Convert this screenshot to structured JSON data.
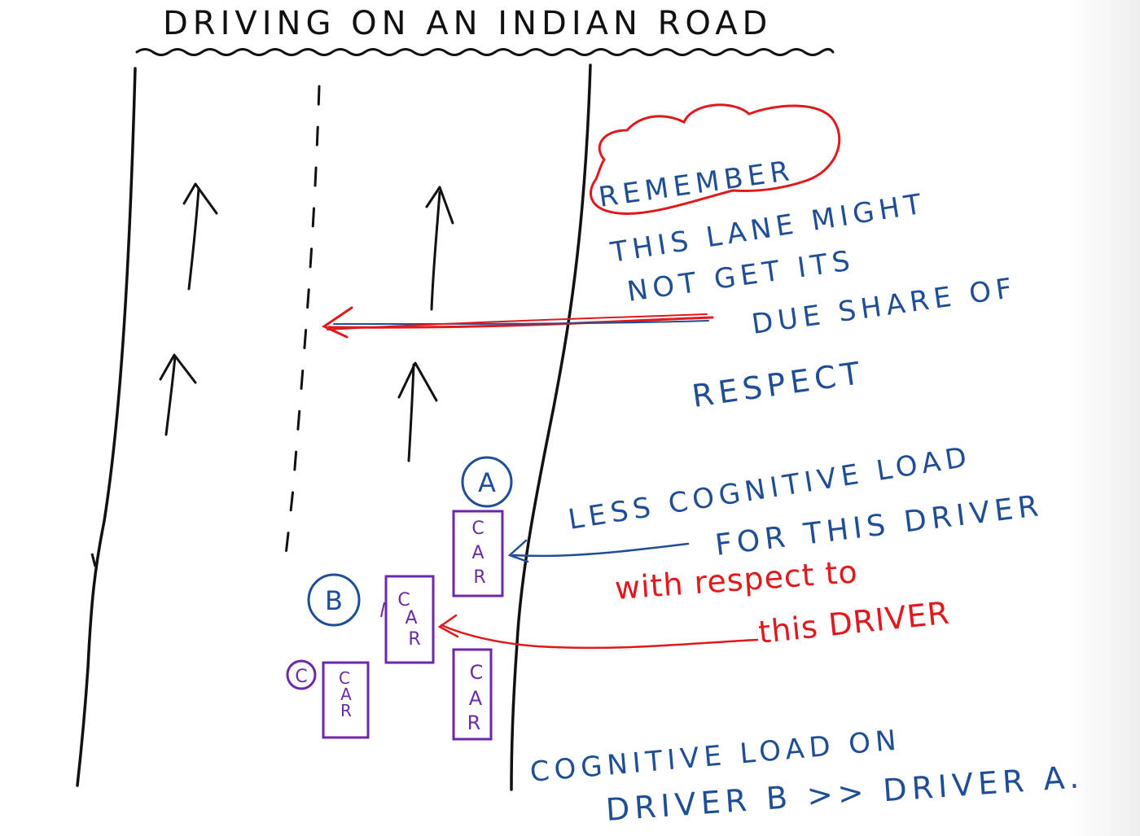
{
  "title": "DRIVING ON AN INDIAN ROAD",
  "remember_label": "REMEMBER",
  "note_lines": [
    "THIS LANE MIGHT",
    "NOT GET ITS",
    "DUE SHARE OF",
    "RESPECT"
  ],
  "markers": {
    "a": "A",
    "b": "B",
    "c": "C"
  },
  "car_label": "CAR",
  "cars": [
    {
      "id": "car-a",
      "letters": [
        "C",
        "A",
        "R"
      ]
    },
    {
      "id": "car-b",
      "letters": [
        "C",
        "A",
        "R"
      ]
    },
    {
      "id": "car-c",
      "letters": [
        "C",
        "A",
        "R"
      ]
    },
    {
      "id": "car-right-lane",
      "letters": [
        "C",
        "A",
        "R"
      ]
    }
  ],
  "annotation_a_lines": [
    "LESS COGNITIVE LOAD",
    "FOR THIS DRIVER"
  ],
  "annotation_b_lines": [
    "with respect to",
    "this DRIVER"
  ],
  "conclusion_lines": [
    "COGNITIVE LOAD ON",
    "DRIVER B >> DRIVER A."
  ],
  "colors": {
    "ink_black": "#111111",
    "ink_blue": "#1f4e96",
    "ink_red": "#e0191c",
    "ink_purple": "#6a2aa8"
  }
}
